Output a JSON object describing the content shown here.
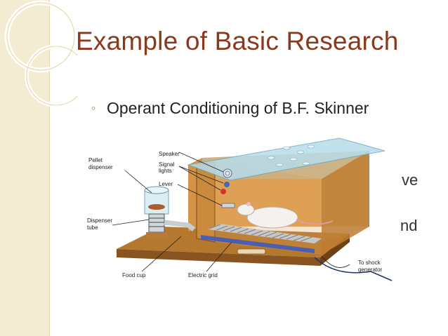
{
  "slide": {
    "title": "Example of Basic Research",
    "bullet": "Operant Conditioning of B.F. Skinner",
    "clipped_text": [
      "ve",
      "nd"
    ]
  },
  "figure": {
    "labels": {
      "pellet_dispenser_1": "Pellet",
      "pellet_dispenser_2": "dispenser",
      "speaker": "Speaker",
      "signal_lights_1": "Signal",
      "signal_lights_2": "lights",
      "lever": "Lever",
      "dispenser_tube_1": "Dispenser",
      "dispenser_tube_2": "tube",
      "food_cup": "Food cup",
      "electric_grid": "Electric grid",
      "shock_generator_1": "To shock",
      "shock_generator_2": "generator"
    }
  },
  "colors": {
    "title": "#8a3a1c",
    "bullet_marker": "#b8893a",
    "sidebar": "#f4ecd2",
    "box_wood": "#c98a3e",
    "glass": "#a9d6e6"
  }
}
